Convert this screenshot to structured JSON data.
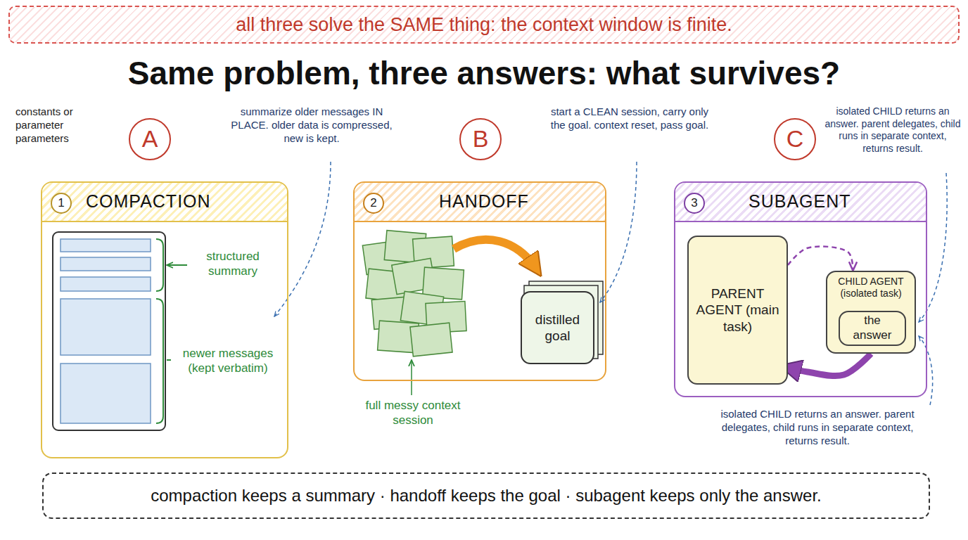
{
  "diagram": {
    "title": "Same problem, three answers: what survives?",
    "caption": "compaction keeps a summary · handoff keeps the goal · subagent keeps only the answer.",
    "nodes": [
      {
        "text": [
          "all three solve the SAME thing: the context window is finite."
        ]
      },
      {
        "text": [
          "A"
        ]
      },
      {
        "text": [
          "B"
        ]
      },
      {
        "text": [
          "C"
        ]
      },
      {
        "text": [
          "COMPACTION"
        ]
      },
      {
        "text": [
          "1"
        ],
        "in": 4
      },
      {
        "text": [
          "HANDOFF"
        ]
      },
      {
        "text": [
          "2"
        ],
        "in": 6
      },
      {
        "text": [
          "distilled goal"
        ],
        "in": 6
      },
      {
        "text": [
          "SUBAGENT"
        ]
      },
      {
        "text": [
          "3"
        ],
        "in": 9
      },
      {
        "text": [
          "PARENT AGENT (main task)"
        ],
        "in": 9
      },
      {
        "text": [
          "CHILD AGENT (isolated task)"
        ],
        "in": 9
      },
      {
        "text": [
          "the answer"
        ],
        "in": 12
      }
    ],
    "edges": [
      {
        "from": 11,
        "to": 12,
        "arrow": "to"
      },
      {
        "from": 12,
        "to": 11,
        "arrow": "to"
      }
    ],
    "labels": [
      "constants or parameter parameters",
      "summarize older messages IN PLACE. older data is compressed, new is kept.",
      "start a CLEAN session, carry only the goal. context reset, pass goal.",
      "isolated CHILD returns an answer. parent delegates, child runs in separate context, returns result.",
      "structured summary",
      "newer messages (kept verbatim)",
      "full messy context session",
      "isolated CHILD returns an answer. parent delegates, child runs in separate context, returns result."
    ]
  }
}
